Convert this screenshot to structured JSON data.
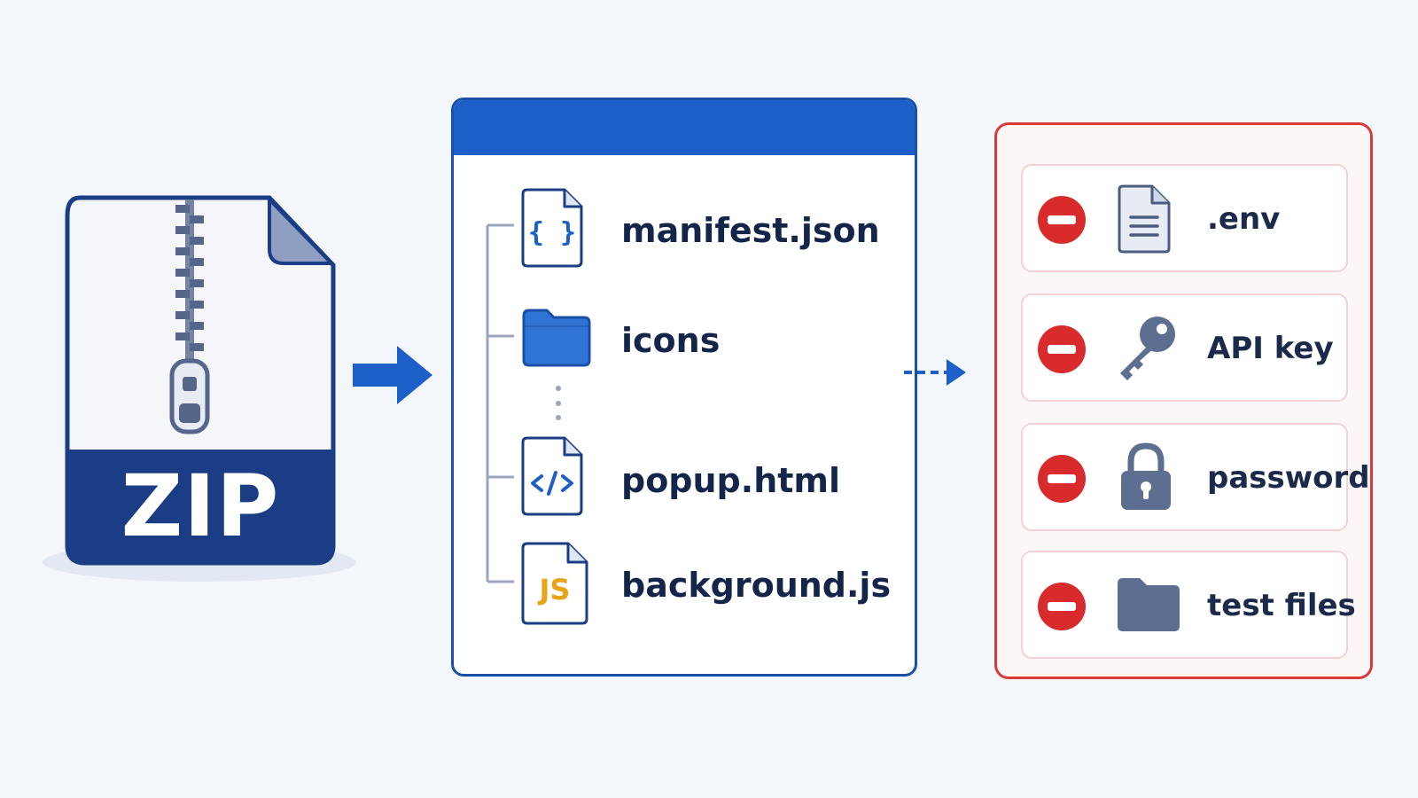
{
  "zip": {
    "label": "ZIP"
  },
  "included_files": [
    {
      "name": "manifest.json",
      "icon": "json-file-icon"
    },
    {
      "name": "icons",
      "icon": "folder-icon"
    },
    {
      "name": "popup.html",
      "icon": "html-file-icon"
    },
    {
      "name": "background.js",
      "icon": "js-file-icon"
    }
  ],
  "js_badge": "JS",
  "excluded_items": [
    {
      "name": ".env",
      "icon": "document-icon"
    },
    {
      "name": "API key",
      "icon": "key-icon"
    },
    {
      "name": "password",
      "icon": "lock-icon"
    },
    {
      "name": "test files",
      "icon": "folder-icon"
    }
  ],
  "colors": {
    "primary_blue": "#1c5fc8",
    "navy": "#1a3d85",
    "exclude_red": "#d93a3a",
    "js_yellow": "#e8a317",
    "icon_gray": "#5c6f91"
  }
}
